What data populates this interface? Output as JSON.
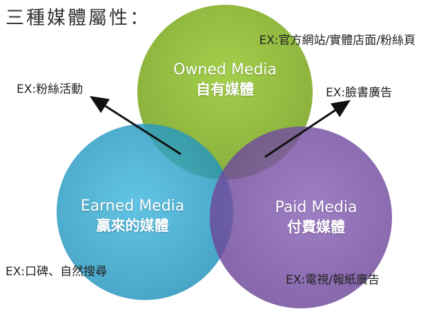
{
  "title": "三種媒體屬性：",
  "circles": {
    "owned": {
      "en": "Owned Media",
      "zh": "自有媒體",
      "color": "#8ab533"
    },
    "earned": {
      "en": "Earned Media",
      "zh": "贏來的媒體",
      "color": "#2aa7cf"
    },
    "paid": {
      "en": "Paid Media",
      "zh": "付費媒體",
      "color": "#7a52a8"
    }
  },
  "notes": {
    "owned": "EX:官方網站/實體店面/粉絲頁",
    "earned_activity": "EX:粉絲活動",
    "paid_ads": "EX:臉書廣告",
    "earned_search": "EX:口碑、自然搜尋",
    "paid_media": "EX:電視/報紙廣告"
  }
}
